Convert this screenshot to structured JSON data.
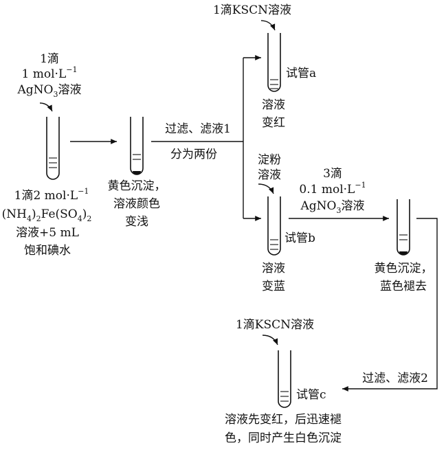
{
  "reagents": {
    "r1_line1": "1滴",
    "r1_line2_a": "1 mol·L",
    "r1_line2_sup": "−1",
    "r1_line3_a": "AgNO",
    "r1_line3_sub": "3",
    "r1_line3_b": "溶液",
    "kscn_a": "1滴KSCN溶液",
    "starch_line1": "淀粉",
    "starch_line2": "溶液",
    "r3_line1": "3滴",
    "r3_line2_a": "0.1 mol·L",
    "r3_line2_sup": "−1",
    "r3_line3_a": "AgNO",
    "r3_line3_sub": "3",
    "r3_line3_b": "溶液",
    "kscn_c": "1滴KSCN溶液"
  },
  "start": {
    "line1_a": "1滴2 mol·L",
    "line1_sup": "−1",
    "line2_a": "(NH",
    "line2_s1": "4",
    "line2_b": ")",
    "line2_s2": "2",
    "line2_c": "Fe(SO",
    "line2_s3": "4",
    "line2_d": ")",
    "line2_s4": "2",
    "line3": "溶液+5 mL",
    "line4": "饱和碘水"
  },
  "steps": {
    "filter1": "过滤、滤液1",
    "split": "分为两份",
    "filter2": "过滤、滤液2"
  },
  "tubes": {
    "a_label": "试管a",
    "b_label": "试管b",
    "c_label": "试管c"
  },
  "observations": {
    "t2_line1": "黄色沉淀，",
    "t2_line2": "溶液颜色",
    "t2_line3": "变浅",
    "a_line1": "溶液",
    "a_line2": "变红",
    "b_line1": "溶液",
    "b_line2": "变蓝",
    "d_line1": "黄色沉淀，",
    "d_line2": "蓝色褪去",
    "c_line1": "溶液先变红，后迅速褪",
    "c_line2": "色，同时产生白色沉淀"
  }
}
